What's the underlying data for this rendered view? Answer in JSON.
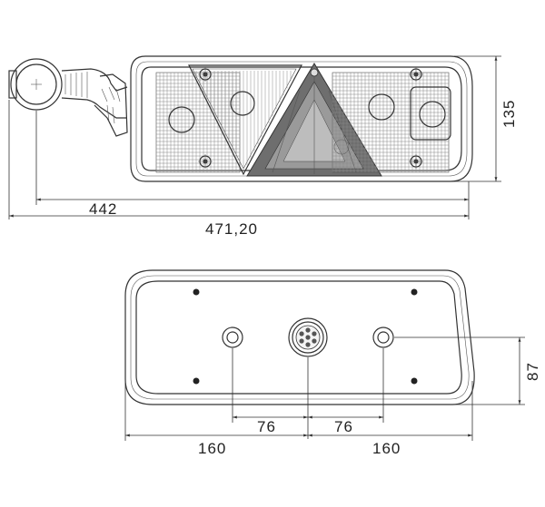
{
  "drawing": {
    "top_view": {
      "dimensions": {
        "height": "135",
        "plug_to_edge": "442",
        "overall_width": "471,20"
      }
    },
    "rear_view": {
      "dimensions": {
        "bolt_height": "87",
        "left_spacing": "76",
        "right_spacing": "76",
        "left_half": "160",
        "right_half": "160"
      }
    }
  }
}
